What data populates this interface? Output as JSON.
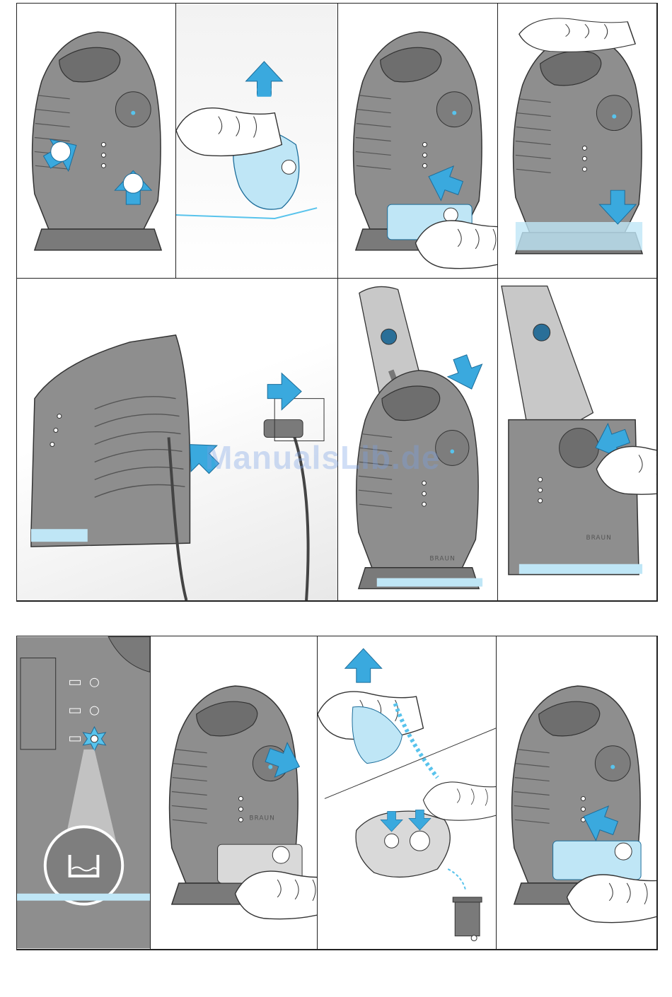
{
  "watermark": "ManualsLib.de",
  "brand": "BRAUN",
  "colors": {
    "body_gray": "#8e8e8e",
    "body_dark": "#6e6e6e",
    "accent_blue": "#58c3ec",
    "light_blue": "#bfe6f6",
    "outline": "#333333"
  },
  "panels": [
    {
      "id": "insert-cartridge-press",
      "icon": "arrows-inward"
    },
    {
      "id": "remove-seal",
      "icon": "arrow-up"
    },
    {
      "id": "insert-cartridge",
      "icon": "arrow-left"
    },
    {
      "id": "press-down",
      "icon": "arrow-down"
    },
    {
      "id": "plug-in",
      "icon": "arrow-right"
    },
    {
      "id": "insert-shaver",
      "icon": "arrow-down"
    },
    {
      "id": "press-start",
      "icon": "arrow-left"
    },
    {
      "id": "low-fluid-indicator",
      "icon": "fluid-icon"
    },
    {
      "id": "pull-cartridge",
      "icon": "arrow-right"
    },
    {
      "id": "reseal-and-dispose",
      "icon": "bin-icon"
    },
    {
      "id": "insert-new-cartridge",
      "icon": "arrow-left"
    }
  ]
}
